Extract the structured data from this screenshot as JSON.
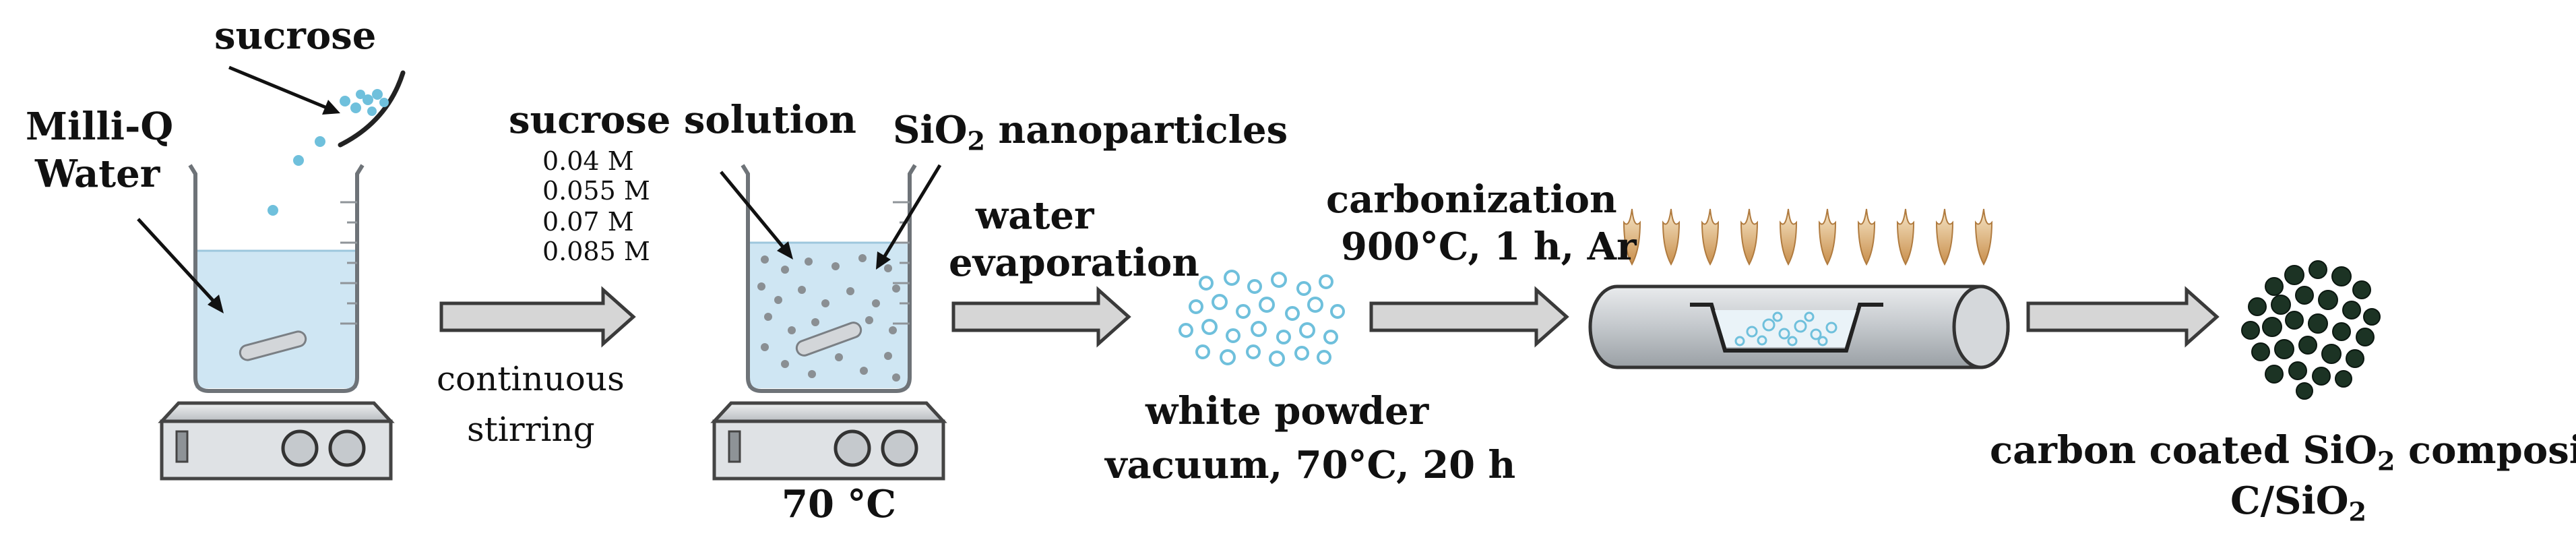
{
  "labels": {
    "sucrose": "sucrose",
    "milli_q_line1": "Milli-Q",
    "milli_q_line2": "Water",
    "sucrose_solution": "sucrose solution",
    "concentrations": [
      "0.04 M",
      "0.055 M",
      "0.07 M",
      "0.085 M"
    ],
    "sio2_prefix": "SiO",
    "sio2_sub": "2",
    "sio2_suffix": " nanoparticles",
    "continuous": "continuous",
    "stirring": "stirring",
    "temp_70": "70 °C",
    "water": "water",
    "evaporation": "evaporation",
    "white_powder": "white powder",
    "vacuum_cond": "vacuum, 70°C, 20 h",
    "carbonization": "carbonization",
    "carb_cond": "900°C, 1 h, Ar",
    "composite_prefix": "carbon coated SiO",
    "composite_sub": "2",
    "composite_suffix": " composites",
    "csio2_prefix": "C/SiO",
    "csio2_sub": "2"
  },
  "colors": {
    "water": "#cfe6f3",
    "bubble": "#6fc0dc",
    "particle_grey": "#8a8f93",
    "carbon": "#1c3324",
    "flame": "#d9b27c",
    "arrow_fill": "#d6d6d6",
    "arrow_stroke": "#3a3a3a",
    "stirrer_body": "#cfd2d5"
  }
}
